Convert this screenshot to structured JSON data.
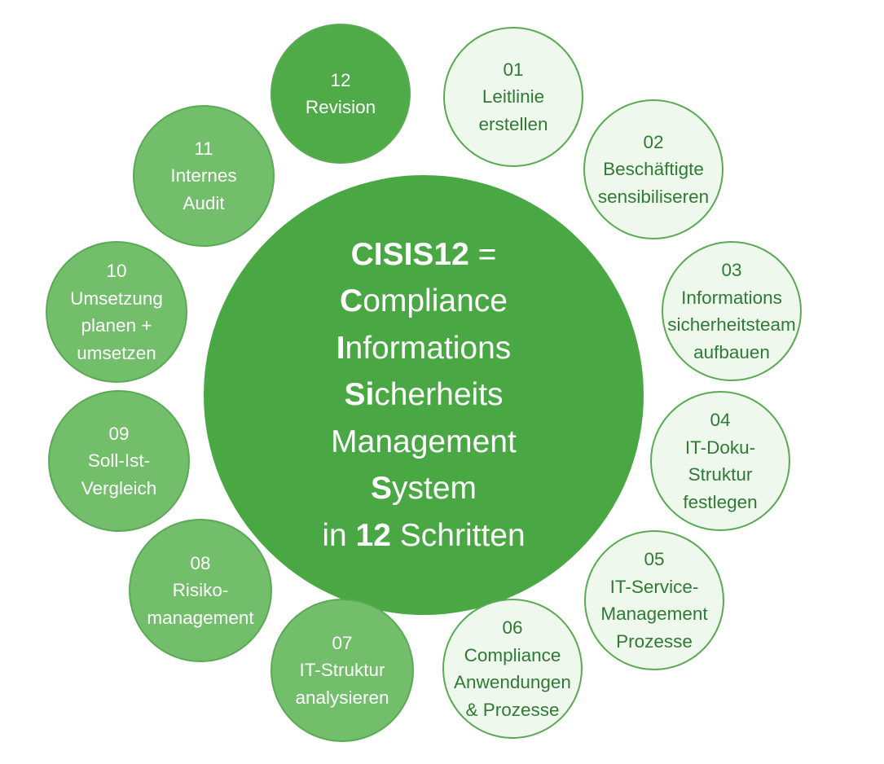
{
  "center": {
    "lines": [
      [
        {
          "text": "CISIS12",
          "bold": true
        },
        {
          "text": " =",
          "bold": false
        }
      ],
      [
        {
          "text": "C",
          "bold": true
        },
        {
          "text": "ompliance",
          "bold": false
        }
      ],
      [
        {
          "text": "I",
          "bold": true
        },
        {
          "text": "nformations",
          "bold": false
        }
      ],
      [
        {
          "text": "Si",
          "bold": true
        },
        {
          "text": "cherheits",
          "bold": false
        }
      ],
      [
        {
          "text": "Management",
          "bold": false
        }
      ],
      [
        {
          "text": "S",
          "bold": true
        },
        {
          "text": "ystem",
          "bold": false
        }
      ],
      [
        {
          "text": "in ",
          "bold": false
        },
        {
          "text": "12",
          "bold": true
        },
        {
          "text": " Schritten",
          "bold": false
        }
      ]
    ]
  },
  "steps": [
    {
      "number": "01",
      "lines": [
        "Leitlinie",
        "erstellen"
      ],
      "tone": "light"
    },
    {
      "number": "02",
      "lines": [
        "Beschäftigte",
        "sensibiliseren"
      ],
      "tone": "light"
    },
    {
      "number": "03",
      "lines": [
        "Informations",
        "sicherheitsteam",
        "aufbauen"
      ],
      "tone": "light"
    },
    {
      "number": "04",
      "lines": [
        "IT-Doku-",
        "Struktur",
        "festlegen"
      ],
      "tone": "light"
    },
    {
      "number": "05",
      "lines": [
        "IT-Service-",
        "Management",
        "Prozesse"
      ],
      "tone": "light"
    },
    {
      "number": "06",
      "lines": [
        "Compliance",
        "Anwendungen",
        "& Prozesse"
      ],
      "tone": "light"
    },
    {
      "number": "07",
      "lines": [
        "IT-Struktur",
        "analysieren"
      ],
      "tone": "mid"
    },
    {
      "number": "08",
      "lines": [
        "Risiko-",
        "management"
      ],
      "tone": "mid"
    },
    {
      "number": "09",
      "lines": [
        "Soll-Ist-",
        "Vergleich"
      ],
      "tone": "mid"
    },
    {
      "number": "10",
      "lines": [
        "Umsetzung",
        "planen +",
        "umsetzen"
      ],
      "tone": "mid"
    },
    {
      "number": "11",
      "lines": [
        "Internes",
        "Audit"
      ],
      "tone": "mid"
    },
    {
      "number": "12",
      "lines": [
        "Revision"
      ],
      "tone": "dark"
    }
  ]
}
